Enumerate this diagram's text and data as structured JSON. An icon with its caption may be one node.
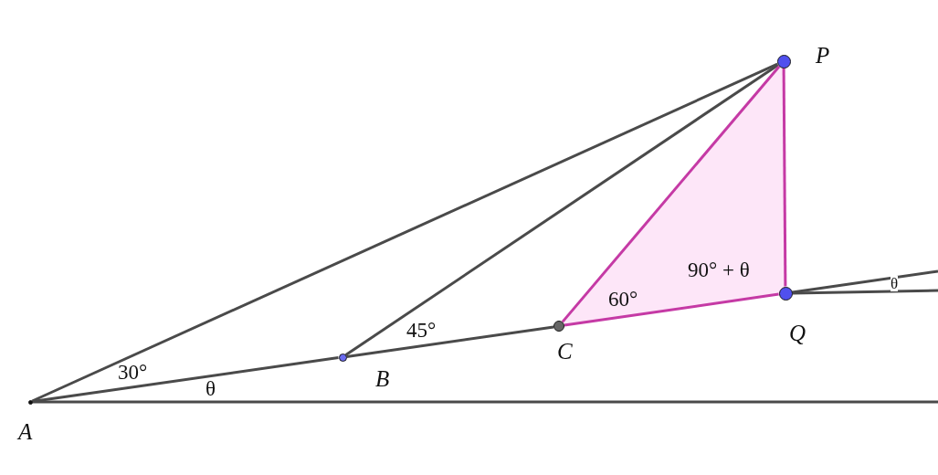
{
  "diagram": {
    "nodes": [
      {
        "text": [
          "P"
        ]
      },
      {
        "text": [
          "Q"
        ]
      },
      {
        "text": [
          "C"
        ]
      },
      {
        "text": [
          "B"
        ]
      },
      {
        "text": [
          "A"
        ]
      }
    ],
    "edges": [
      {
        "from": 4,
        "to": 0,
        "arrow": "none"
      },
      {
        "from": 4,
        "to": 3,
        "arrow": "none"
      },
      {
        "from": 3,
        "to": 2,
        "arrow": "none"
      },
      {
        "from": 3,
        "to": 0,
        "arrow": "none"
      },
      {
        "from": 2,
        "to": 0,
        "arrow": "none",
        "color": "#c53aa5"
      },
      {
        "from": 0,
        "to": 1,
        "arrow": "none",
        "color": "#c53aa5"
      },
      {
        "from": 2,
        "to": 1,
        "arrow": "none",
        "color": "#c53aa5"
      },
      {
        "from": 1,
        "to": null,
        "arrow": "none"
      },
      {
        "from": 1,
        "to": null,
        "arrow": "none"
      },
      {
        "from": 4,
        "to": null,
        "arrow": "none"
      }
    ],
    "labels": [
      "90° + θ",
      "θ",
      "60°",
      "45°",
      "30°",
      "θ"
    ]
  }
}
